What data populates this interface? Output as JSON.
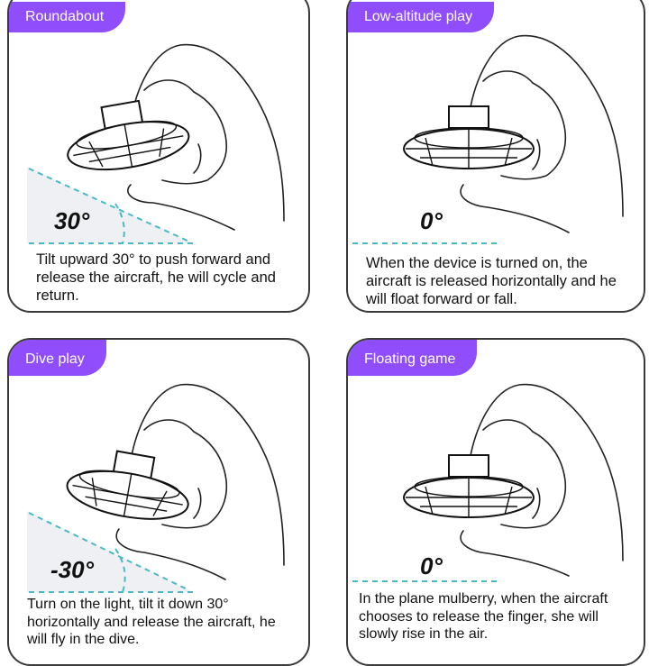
{
  "panels": [
    {
      "title": "Roundabout",
      "angle": "30°",
      "description": "Tilt upward 30° to push forward and release the aircraft, he will cycle and return."
    },
    {
      "title": "Low-altitude play",
      "angle": "0°",
      "description": "When the device is turned on, the aircraft is released horizontally and he will float forward or fall."
    },
    {
      "title": "Dive play",
      "angle": "-30°",
      "description": "Turn on the light, tilt it down 30° horizontally and release the aircraft, he will fly in the dive."
    },
    {
      "title": "Floating game",
      "angle": "0°",
      "description": "In the plane mulberry, when the aircraft chooses to release the finger, she will slowly rise in the air."
    }
  ],
  "colors": {
    "tag_background": "#8f4dfc",
    "angle_guide": "#49b9c6",
    "border": "#3a3a3a"
  }
}
